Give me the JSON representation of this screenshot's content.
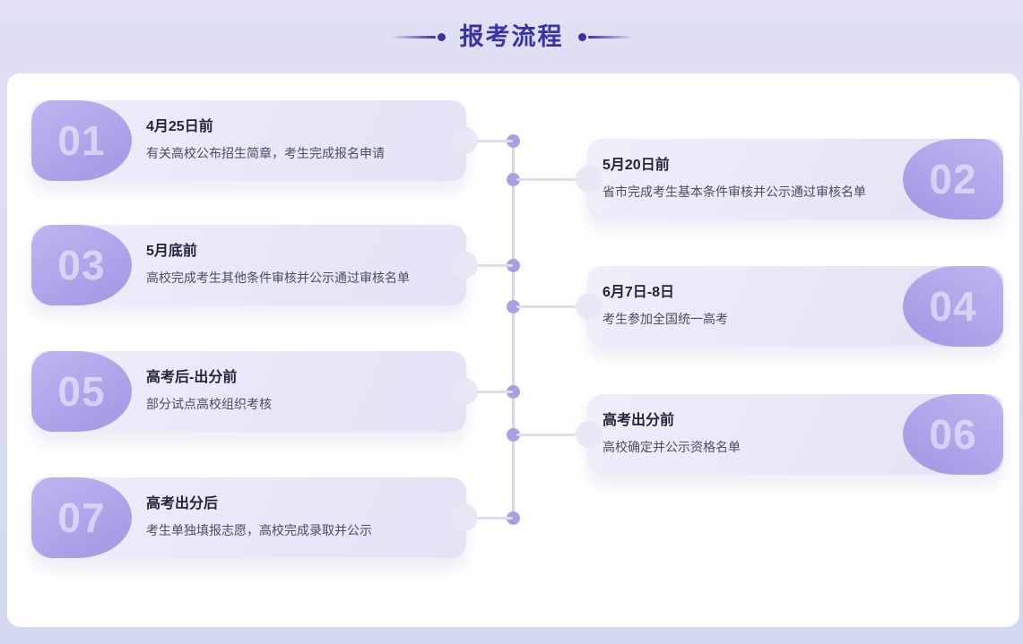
{
  "header": {
    "title": "报考流程"
  },
  "colors": {
    "accent": "#3833a6",
    "background": "#dcdcf1",
    "panel": "#ffffff",
    "card_bg": "#e8e8f7",
    "badge": "#ab9fe8",
    "badge_number": "#cac3f1",
    "timeline_dot": "#a9a0e4",
    "timeline_line": "#d7d6f0",
    "card_title_text": "#23233a",
    "card_desc_text": "#4c4c64"
  },
  "steps": [
    {
      "number": "01",
      "side": "left",
      "title": "4月25日前",
      "desc": "有关高校公布招生简章，考生完成报名申请"
    },
    {
      "number": "02",
      "side": "right",
      "title": "5月20日前",
      "desc": "省市完成考生基本条件审核并公示通过审核名单"
    },
    {
      "number": "03",
      "side": "left",
      "title": "5月底前",
      "desc": "高校完成考生其他条件审核并公示通过审核名单"
    },
    {
      "number": "04",
      "side": "right",
      "title": "6月7日-8日",
      "desc": "考生参加全国统一高考"
    },
    {
      "number": "05",
      "side": "left",
      "title": "高考后-出分前",
      "desc": "部分试点高校组织考核"
    },
    {
      "number": "06",
      "side": "right",
      "title": "高考出分前",
      "desc": "高校确定并公示资格名单"
    },
    {
      "number": "07",
      "side": "left",
      "title": "高考出分后",
      "desc": "考生单独填报志愿，高校完成录取并公示"
    }
  ]
}
